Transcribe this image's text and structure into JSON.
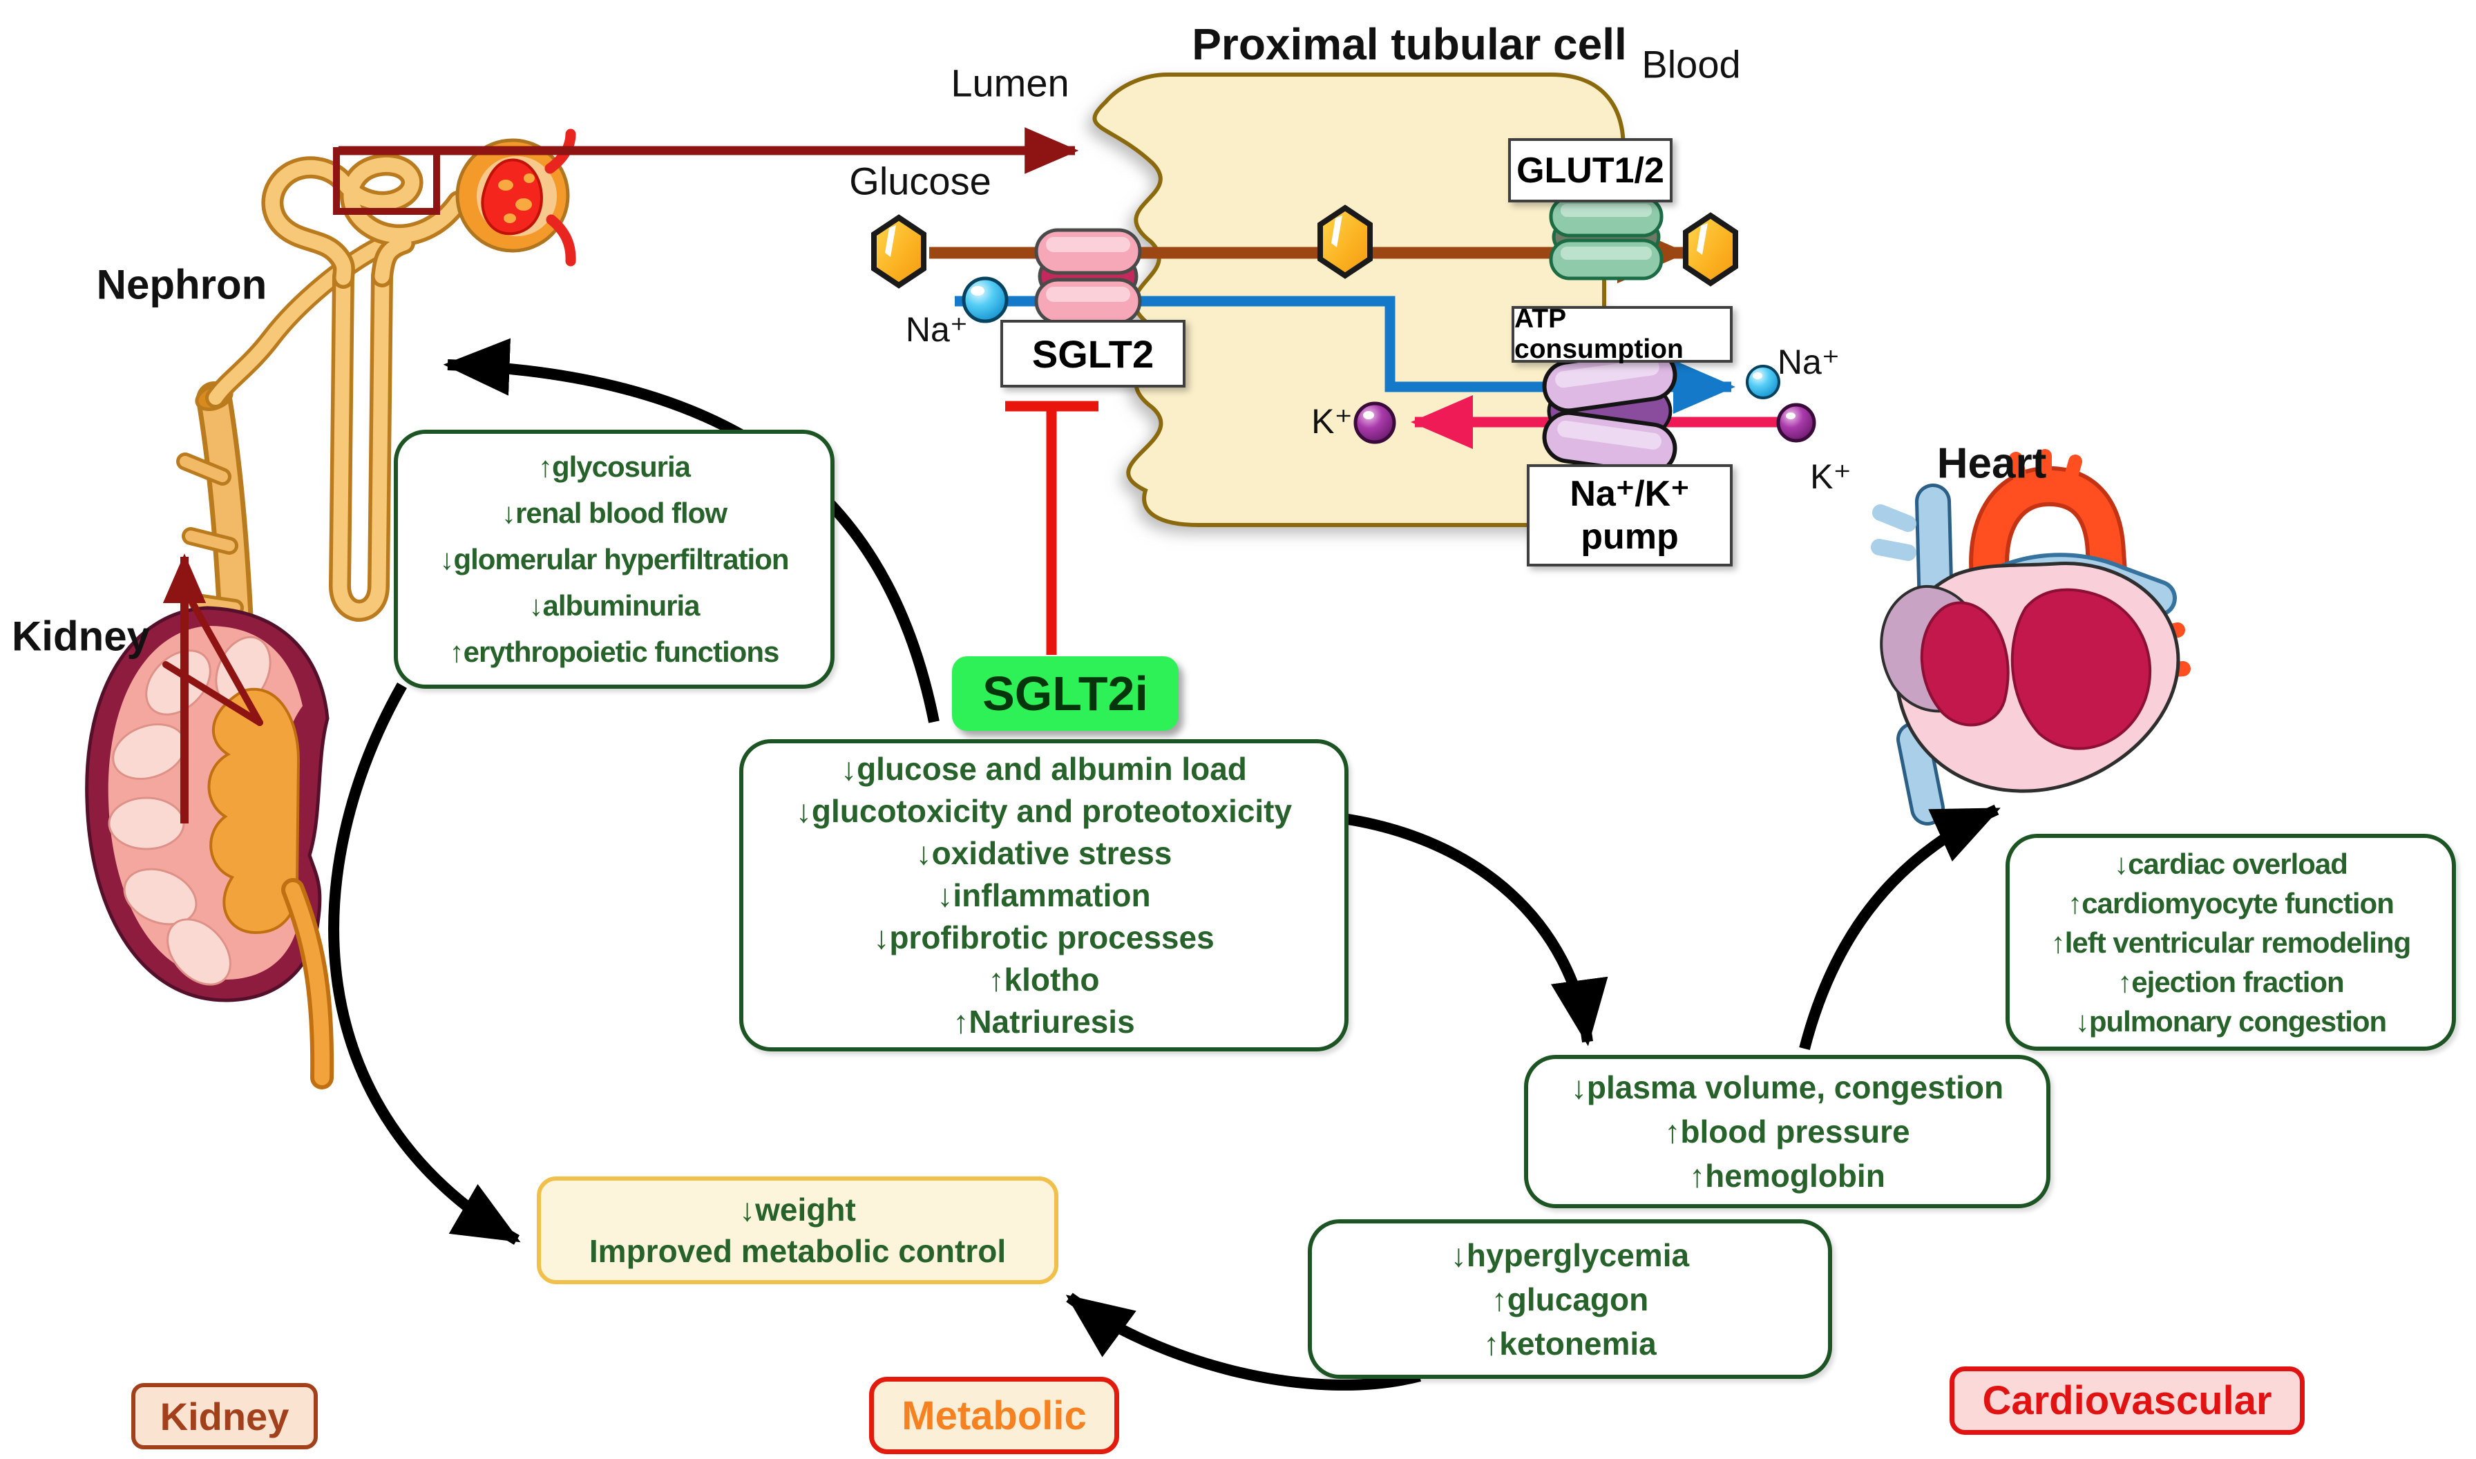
{
  "cell": {
    "title": "Proximal tubular cell",
    "lumen_label": "Lumen",
    "blood_label": "Blood",
    "glucose_label": "Glucose",
    "sglt2_label": "SGLT2",
    "glut_label": "GLUT1/2",
    "atp_label": "ATP consumption",
    "pump_label_line1": "Na⁺/K⁺",
    "pump_label_line2": "pump",
    "na_left": "Na⁺",
    "na_right": "Na⁺",
    "k_left": "K⁺",
    "k_right": "K⁺"
  },
  "organs": {
    "nephron": "Nephron",
    "kidney": "Kidney",
    "heart": "Heart"
  },
  "sglt2i": {
    "label": "SGLT2i"
  },
  "boxes": {
    "renal": {
      "lines": [
        "↑glycosuria",
        "↓renal blood flow",
        "↓glomerular hyperfiltration",
        "↓albuminuria",
        "↑erythropoietic functions"
      ]
    },
    "central": {
      "lines": [
        "↓glucose and albumin load",
        "↓glucotoxicity and proteotoxicity",
        "↓oxidative stress",
        "↓inflammation",
        "↓profibrotic processes",
        "↑klotho",
        "↑Natriuresis"
      ]
    },
    "plasma": {
      "lines": [
        "↓plasma volume, congestion",
        "↑blood pressure",
        "↑hemoglobin"
      ]
    },
    "metabolic": {
      "lines": [
        "↓hyperglycemia",
        "↑glucagon",
        "↑ketonemia"
      ]
    },
    "cardiac": {
      "lines": [
        "↓cardiac overload",
        "↑cardiomyocyte function",
        "↑left ventricular remodeling",
        "↑ejection fraction",
        "↓pulmonary congestion"
      ]
    },
    "weight": {
      "lines": [
        "↓weight",
        "Improved metabolic control"
      ]
    }
  },
  "badges": {
    "kidney": "Kidney",
    "metabolic": "Metabolic",
    "cardiovascular": "Cardiovascular"
  },
  "colors": {
    "green_text": "#26622A",
    "green_border": "#1C5423",
    "bright_green": "#2EF157",
    "dark_red": "#8E1313",
    "brown": "#9C4713",
    "blue": "#1479C8",
    "magenta": "#EE1B56",
    "red": "#E8150D",
    "cell_fill": "#FAEFC9",
    "cell_border": "#8A6A10",
    "kidney_badge": "#A2401C",
    "metabolic_text": "#F68121",
    "cardio_red": "#E01212"
  }
}
